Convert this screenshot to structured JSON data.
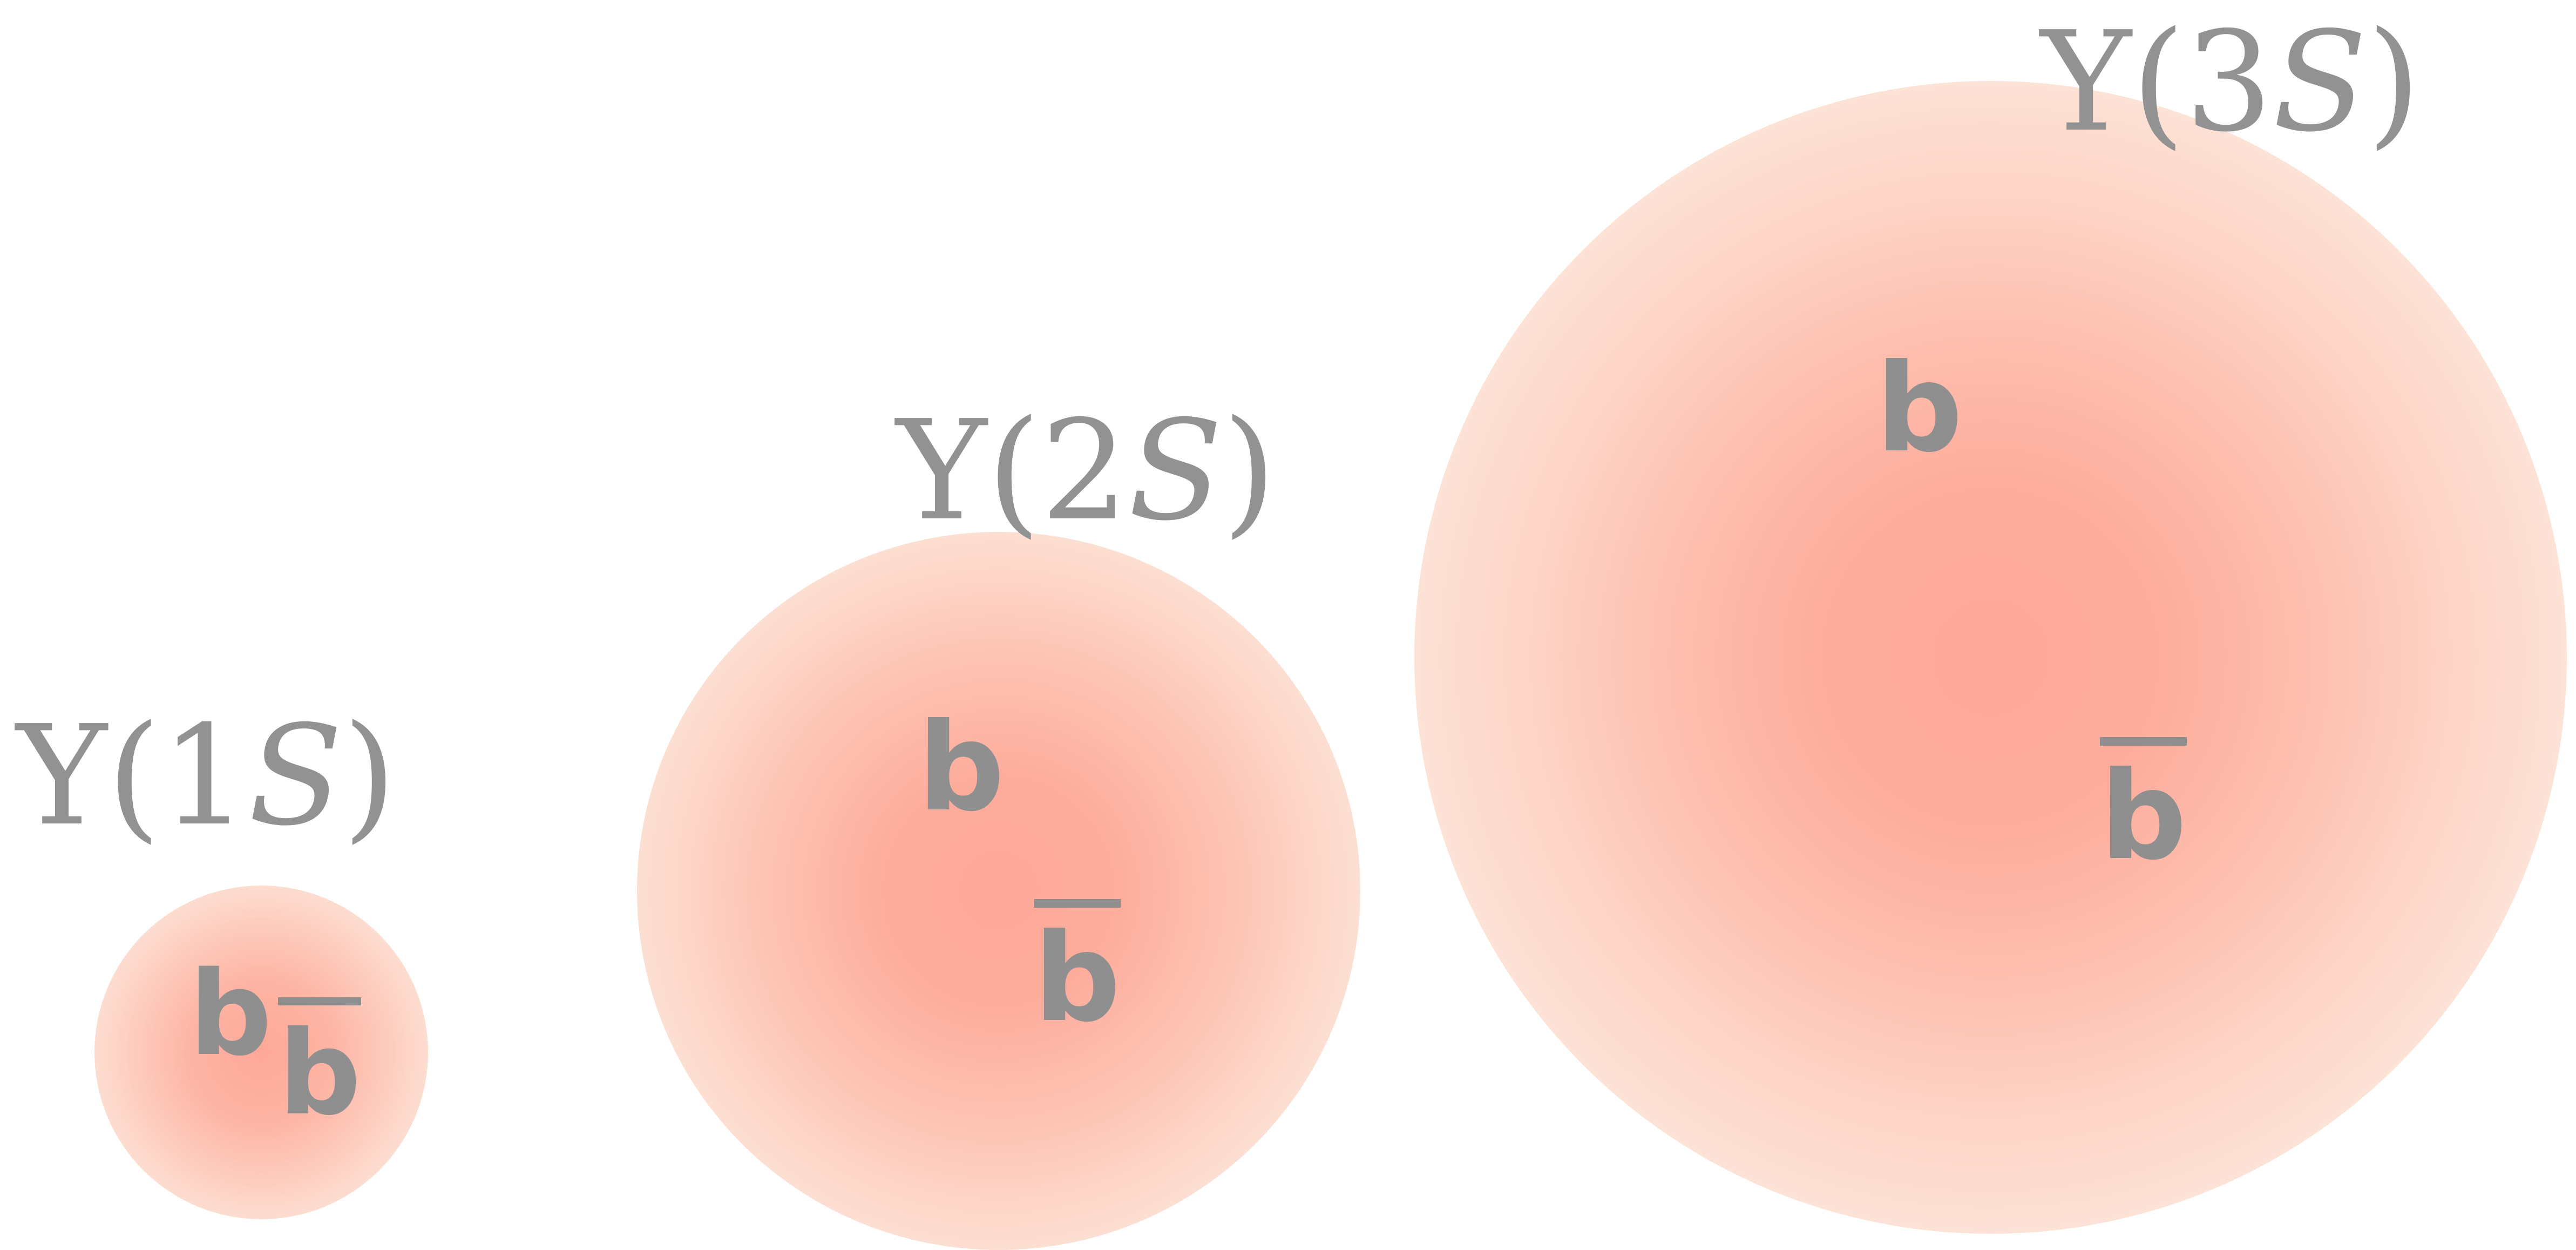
{
  "title": "New results on bottomonia",
  "states": [
    {
      "id": "1S",
      "label_symbol": "Υ",
      "label_open": "(",
      "label_number": "1",
      "label_letter": "S",
      "label_close": ")",
      "quark": "b",
      "antiquark": "b"
    },
    {
      "id": "2S",
      "label_symbol": "Υ",
      "label_open": "(",
      "label_number": "2",
      "label_letter": "S",
      "label_close": ")",
      "quark": "b",
      "antiquark": "b"
    },
    {
      "id": "3S",
      "label_symbol": "Υ",
      "label_open": "(",
      "label_number": "3",
      "label_letter": "S",
      "label_close": ")",
      "quark": "b",
      "antiquark": "b"
    }
  ],
  "colors": {
    "blob_core": "#fda898",
    "blob_mid": "#fdc8b8",
    "blob_edge": "#fdeee2",
    "label_text": "#929292",
    "quark_text": "#8f8f8f",
    "title_text": "#111111"
  }
}
